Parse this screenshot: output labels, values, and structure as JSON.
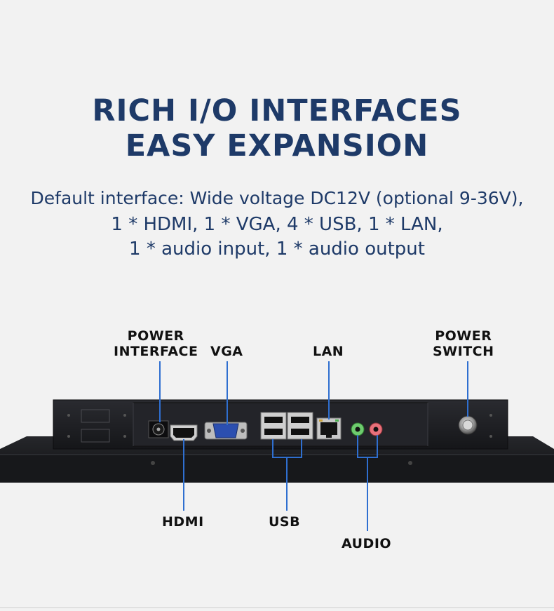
{
  "heading": {
    "line1": "RICH I/O INTERFACES",
    "line2": "EASY EXPANSION"
  },
  "description": {
    "line1": "Default interface: Wide voltage DC12V (optional 9-36V),",
    "line2": "1 * HDMI, 1 * VGA, 4 * USB, 1 * LAN,",
    "line3": "1 * audio input, 1 * audio output"
  },
  "labels": {
    "power_interface_line1": "POWER",
    "power_interface_line2": "INTERFACE",
    "vga": "VGA",
    "lan": "LAN",
    "power_switch_line1": "POWER",
    "power_switch_line2": "SWITCH",
    "hdmi": "HDMI",
    "usb": "USB",
    "audio": "AUDIO"
  },
  "colors": {
    "heading": "#1e3a68",
    "callout_line": "#2f6fd0",
    "device_body": "#1c1d21"
  }
}
